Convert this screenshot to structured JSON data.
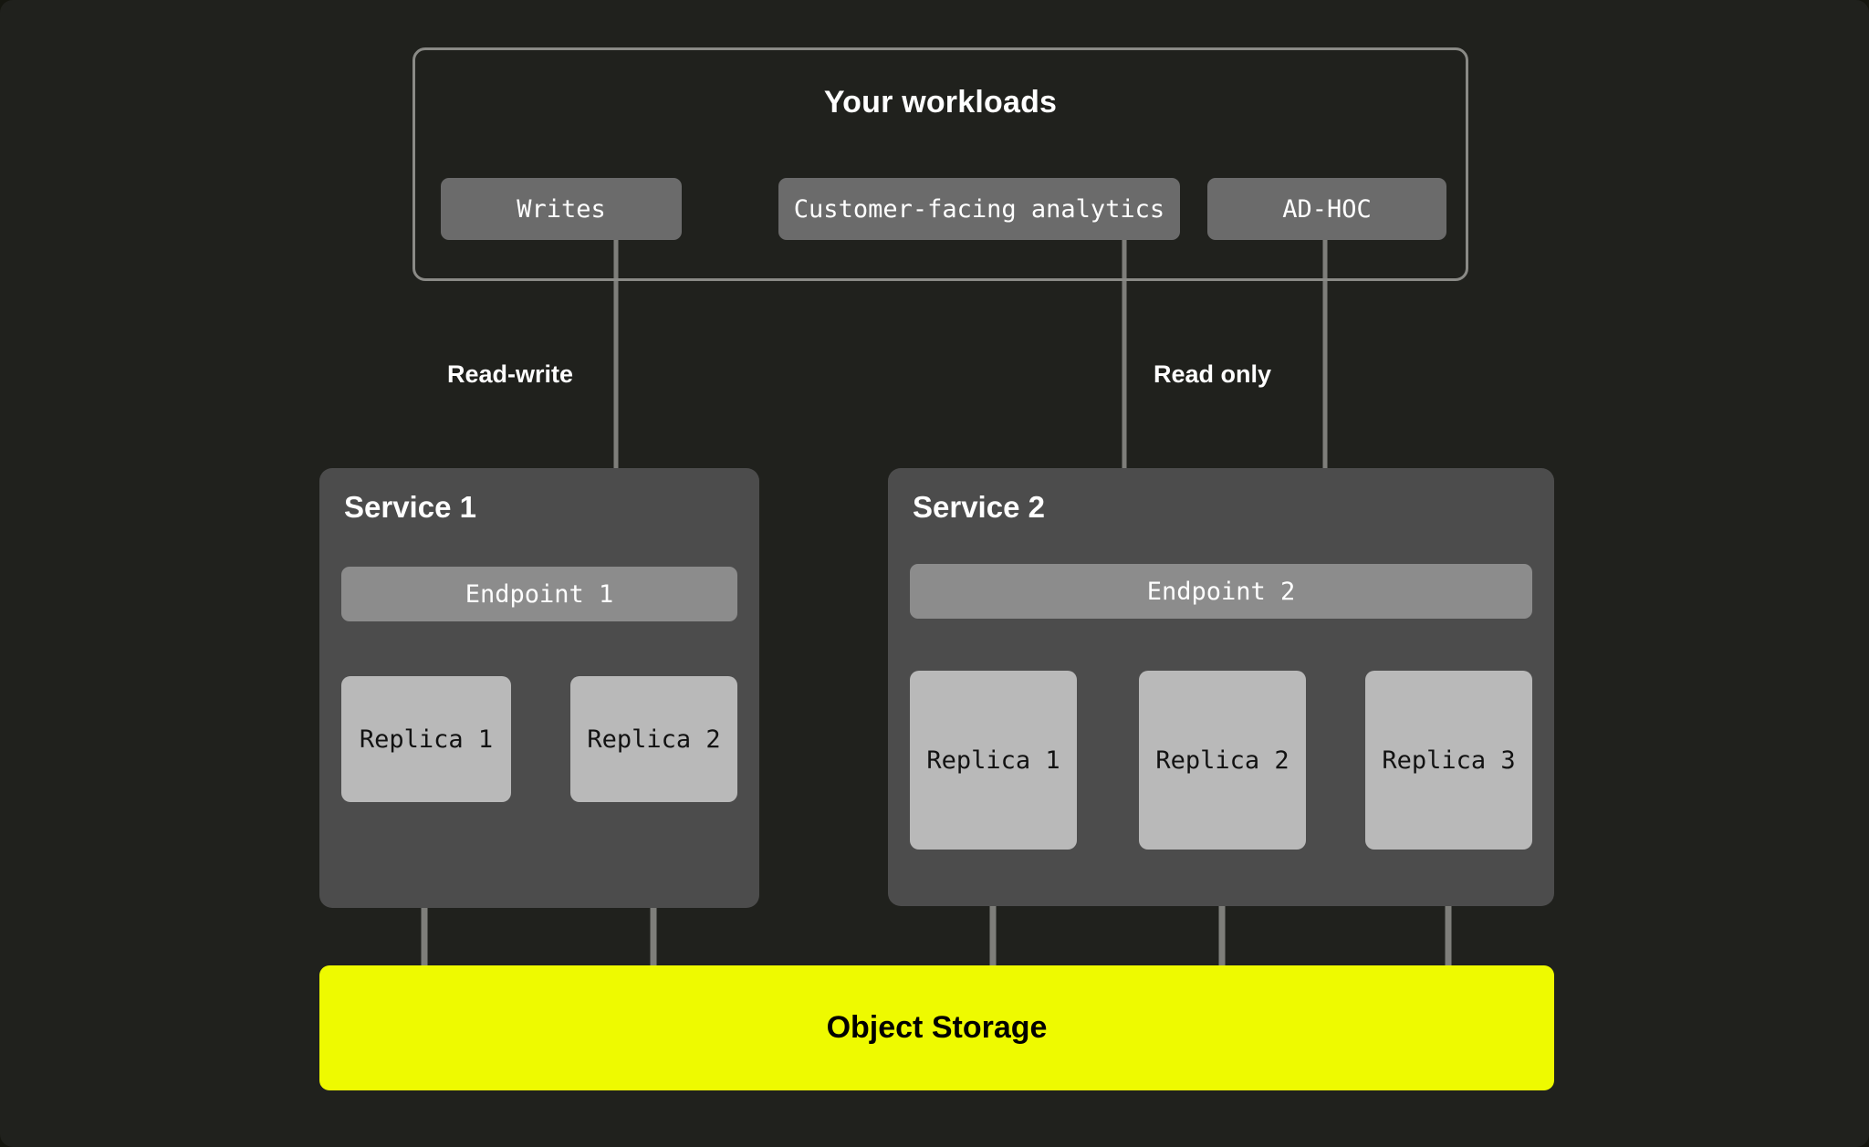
{
  "diagram": {
    "background_color": "#20211d",
    "workloads": {
      "title": "Your workloads",
      "border_color": "#8a8a86",
      "chips": [
        {
          "label": "Writes",
          "color": "#6b6b6b"
        },
        {
          "label": "Customer-facing analytics",
          "color": "#6b6b6b"
        },
        {
          "label": "AD-HOC",
          "color": "#6b6b6b"
        }
      ]
    },
    "edge_labels": [
      {
        "label": "Read-write"
      },
      {
        "label": "Read only"
      }
    ],
    "services": [
      {
        "title": "Service 1",
        "panel_color": "#4c4c4c",
        "endpoint": {
          "label": "Endpoint 1",
          "color": "#8c8c8c"
        },
        "replicas": [
          {
            "label": "Replica 1",
            "color": "#b9b9b9"
          },
          {
            "label": "Replica 2",
            "color": "#b9b9b9"
          }
        ]
      },
      {
        "title": "Service 2",
        "panel_color": "#4c4c4c",
        "endpoint": {
          "label": "Endpoint 2",
          "color": "#8c8c8c"
        },
        "replicas": [
          {
            "label": "Replica 1",
            "color": "#b9b9b9"
          },
          {
            "label": "Replica 2",
            "color": "#b9b9b9"
          },
          {
            "label": "Replica 3",
            "color": "#b9b9b9"
          }
        ]
      }
    ],
    "storage": {
      "label": "Object Storage",
      "color": "#eefa00",
      "text_color": "#000000"
    },
    "connector_color": "#7e7e7a"
  }
}
